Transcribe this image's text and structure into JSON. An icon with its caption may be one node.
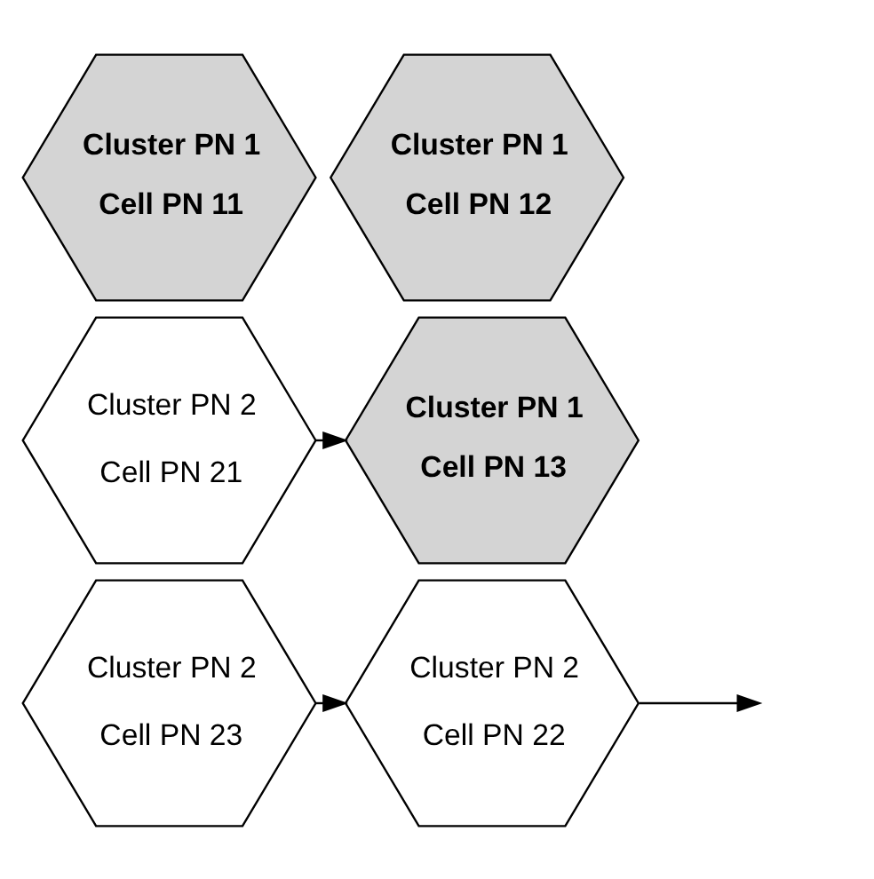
{
  "diagram": {
    "nodes": [
      {
        "text": [
          "Cluster PN 1",
          "Cell PN 11"
        ]
      },
      {
        "text": [
          "Cluster PN 1",
          "Cell PN 12"
        ]
      },
      {
        "text": [
          "Cluster PN 2",
          "Cell PN 21"
        ]
      },
      {
        "text": [
          "Cluster PN 1",
          "Cell PN 13"
        ]
      },
      {
        "text": [
          "Cluster PN 2",
          "Cell PN 23"
        ]
      },
      {
        "text": [
          "Cluster PN 2",
          "Cell PN 22"
        ]
      }
    ],
    "edges": [
      {
        "from": 2,
        "to": 3,
        "arrow": "to"
      },
      {
        "from": 4,
        "to": 5,
        "arrow": "to"
      },
      {
        "from": 5,
        "to": null,
        "arrow": "to"
      }
    ]
  }
}
